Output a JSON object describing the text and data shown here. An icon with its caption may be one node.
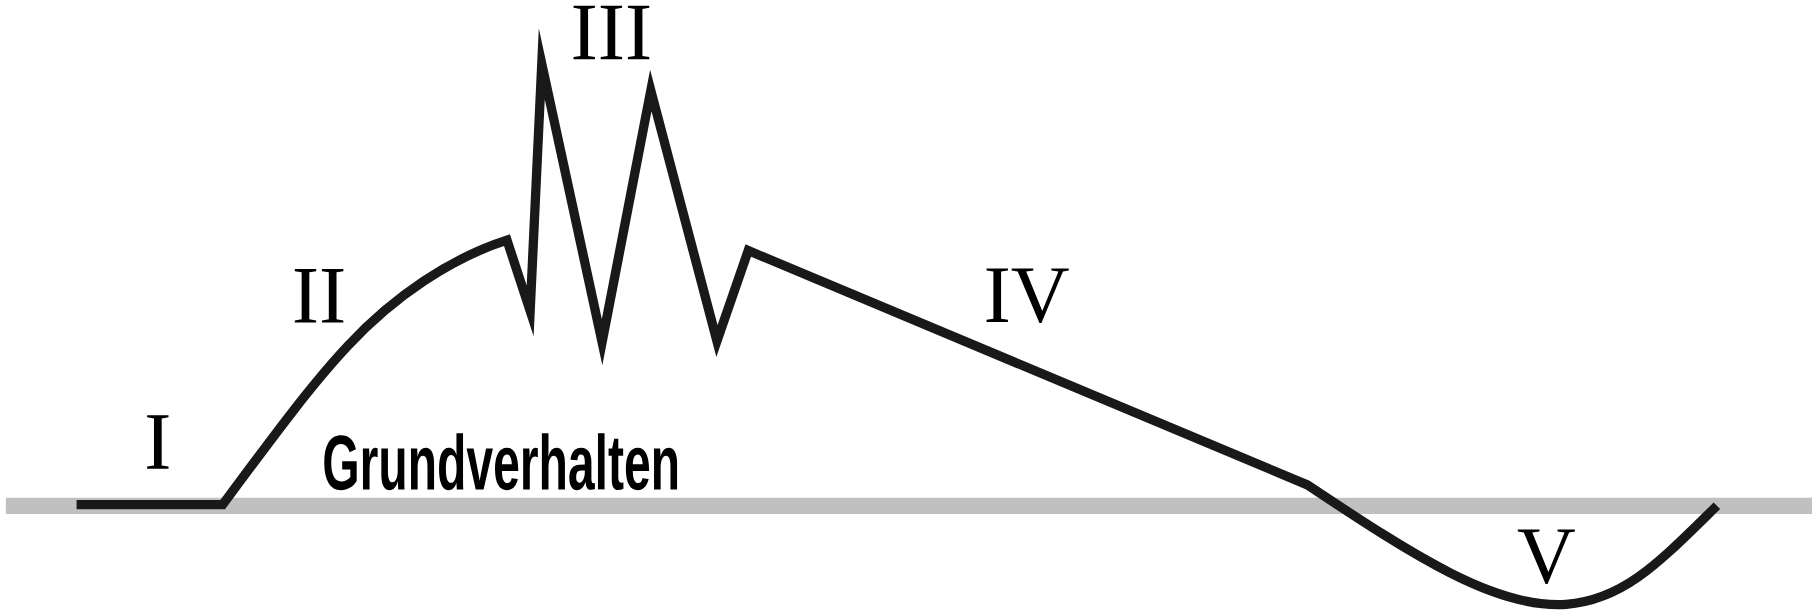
{
  "diagram": {
    "labels": [
      "III",
      "II",
      "IV",
      "I",
      "Grundverhalten",
      "V"
    ]
  }
}
